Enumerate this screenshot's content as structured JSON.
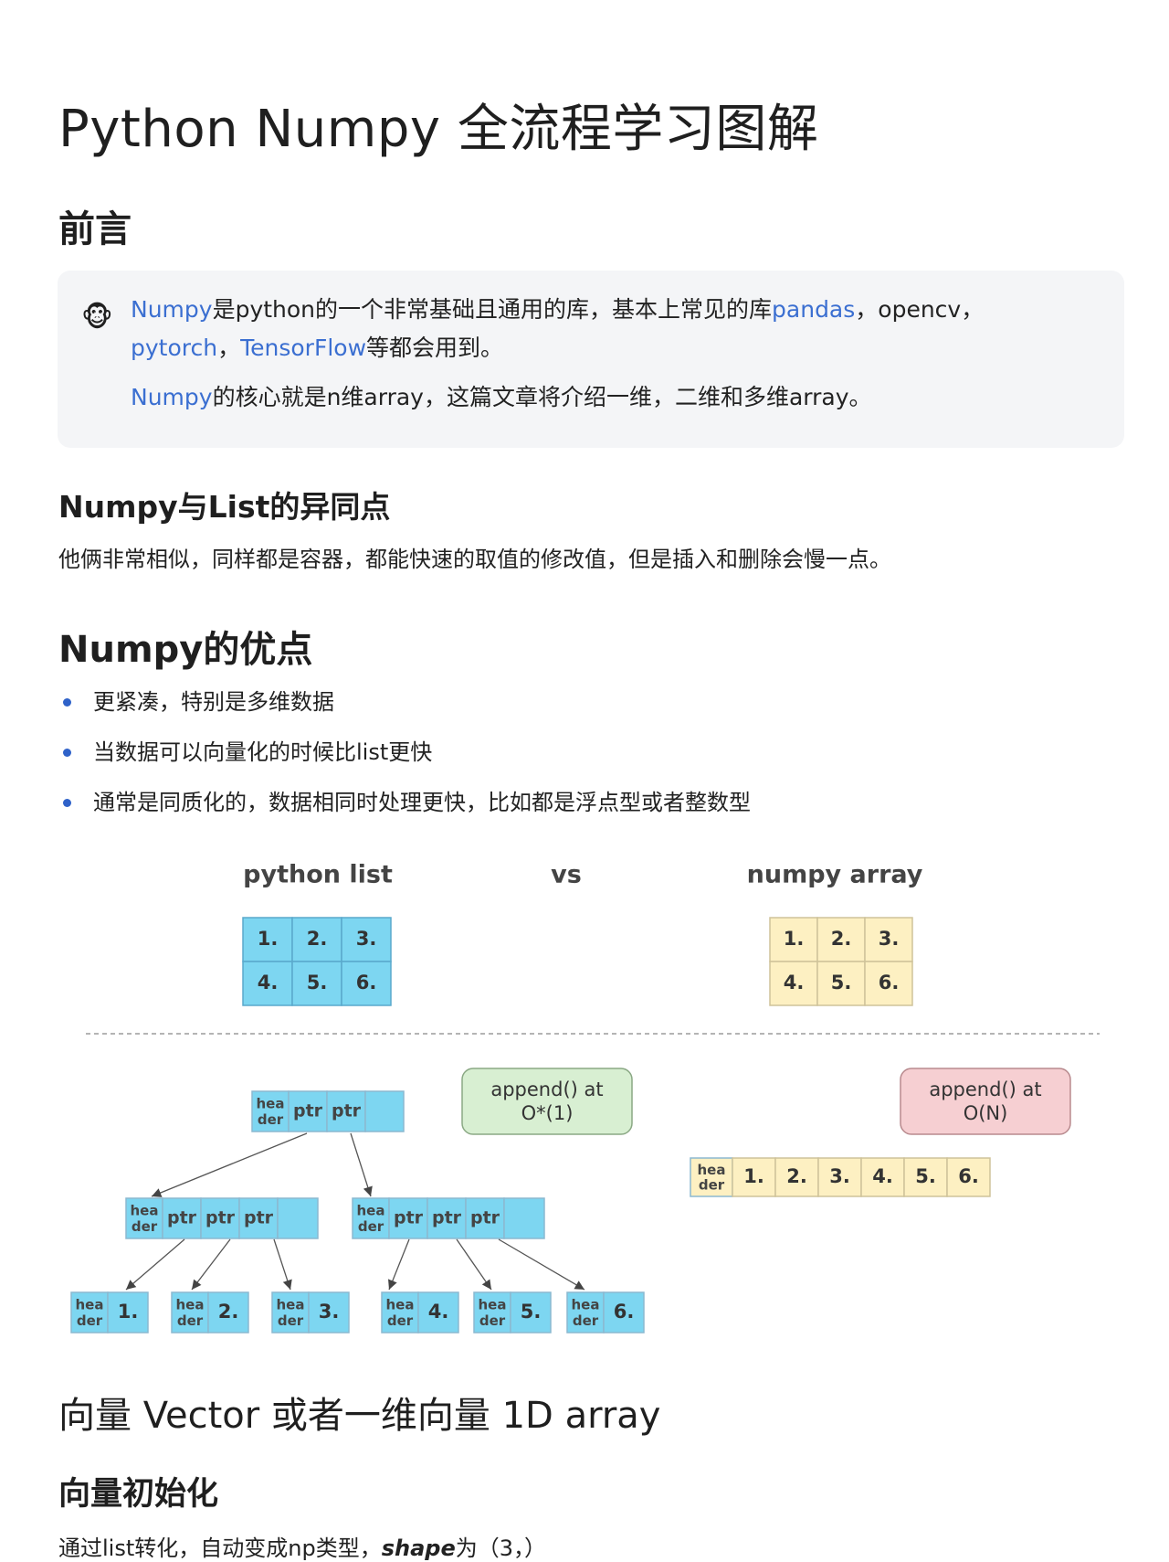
{
  "title": "Python Numpy 全流程学习图解",
  "preface": {
    "heading": "前言",
    "emoji": "🐵",
    "line1": {
      "numpy": "Numpy",
      "t1": "是python的一个非常基础且通用的库，基本上常见的库",
      "pandas": "pandas",
      "t2": "，opencv，"
    },
    "line2": {
      "pytorch": "pytorch",
      "sep": "，",
      "tensorflow": "TensorFlow",
      "t": "等都会用到。"
    },
    "line3": {
      "numpy": "Numpy",
      "t": "的核心就是n维array，这篇文章将介绍一维，二维和多维array。"
    }
  },
  "list_compare": {
    "heading": "Numpy与List的异同点",
    "body": "他俩非常相似，同样都是容器，都能快速的取值的修改值，但是插入和删除会慢一点。"
  },
  "advantages": {
    "heading": "Numpy的优点",
    "items": [
      "更紧凑，特别是多维数据",
      "当数据可以向量化的时候比list更快",
      "通常是同质化的，数据相同时处理更快，比如都是浮点型或者整数型"
    ]
  },
  "diagram": {
    "label_left": "python list",
    "label_vs": "vs",
    "label_right": "numpy array",
    "grid_left": [
      "1.",
      "2.",
      "3.",
      "4.",
      "5.",
      "6."
    ],
    "grid_right": [
      "1.",
      "2.",
      "3.",
      "4.",
      "5.",
      "6."
    ],
    "header_top": "hea",
    "header_bottom": "der",
    "ptr": "ptr",
    "append_list": {
      "line1": "append() at",
      "line2": "O*(1)"
    },
    "append_array": {
      "line1": "append() at",
      "line2": "O(N)"
    },
    "leaves": [
      "1.",
      "2.",
      "3.",
      "4.",
      "5.",
      "6."
    ],
    "flat_array": [
      "1.",
      "2.",
      "3.",
      "4.",
      "5.",
      "6."
    ],
    "colors": {
      "list_blue": "#7dd6f1",
      "array_yellow": "#fdf0c2",
      "append_green": "#d8efd2",
      "append_red": "#f6cfd2"
    }
  },
  "vector": {
    "heading": "向量 Vector 或者一维向量 1D array",
    "init_heading": "向量初始化",
    "init_text_pre": "通过list转化，自动变成np类型，",
    "init_text_shape": "shape",
    "init_text_post": "为（3，）"
  }
}
